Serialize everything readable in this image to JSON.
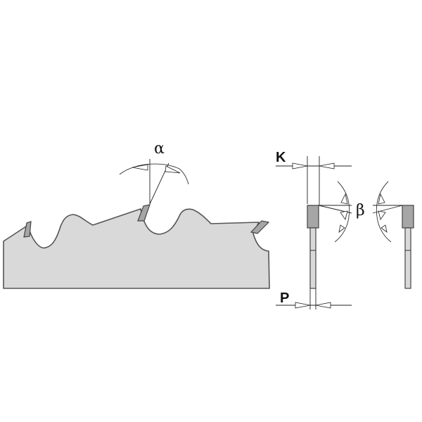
{
  "labels": {
    "alpha": "α",
    "beta": "β",
    "k": "K",
    "p": "P"
  },
  "colors": {
    "blade_fill": "#d9d9d9",
    "tooth_fill": "#a6a6a6",
    "outline": "#555555",
    "line": "#222222"
  }
}
